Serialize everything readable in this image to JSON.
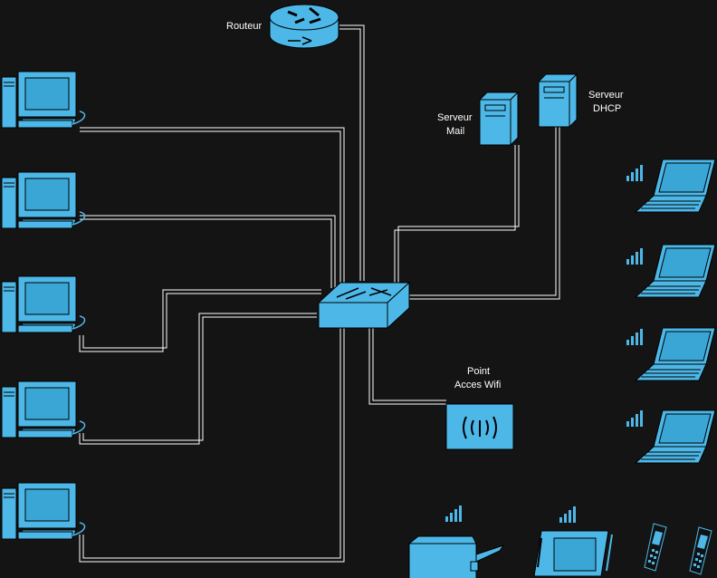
{
  "colors": {
    "background": "#141414",
    "device": "#4db8e8",
    "cable": "#ffffff"
  },
  "labels": {
    "router": "Routeur",
    "mail_server_line1": "Serveur",
    "mail_server_line2": "Mail",
    "dhcp_server_line1": "Serveur",
    "dhcp_server_line2": "DHCP",
    "wifi_ap_line1": "Point",
    "wifi_ap_line2": "Acces Wifi"
  },
  "devices": {
    "workstations": 5,
    "laptops": 4,
    "phones": 2
  }
}
